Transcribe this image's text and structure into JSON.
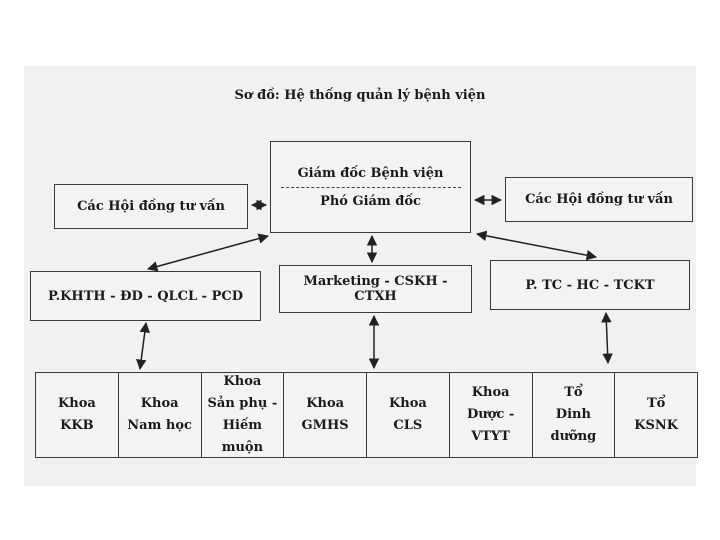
{
  "title": "Sơ đồ: Hệ thống quản lý bệnh viện",
  "director": {
    "top_label": "Giám đốc Bệnh viện",
    "bottom_label": "Phó Giám đốc"
  },
  "left_council": "Các Hội đồng tư vấn",
  "right_council": "Các Hội đồng tư vấn",
  "departments": {
    "planning": "P.KHTH - ĐD - QLCL - PCD",
    "marketing": "Marketing - CSKH - CTXH",
    "finance": "P. TC - HC - TCKT"
  },
  "units": [
    "Khoa\nKKB",
    "Khoa\nNam học",
    "Khoa\nSản phụ -\nHiếm muộn",
    "Khoa\nGMHS",
    "Khoa\nCLS",
    "Khoa\nDược -\nVTYT",
    "Tổ\nDinh\ndưỡng",
    "Tổ\nKSNK"
  ],
  "colors": {
    "line": "#222222",
    "paper": "#f1f1ef"
  }
}
